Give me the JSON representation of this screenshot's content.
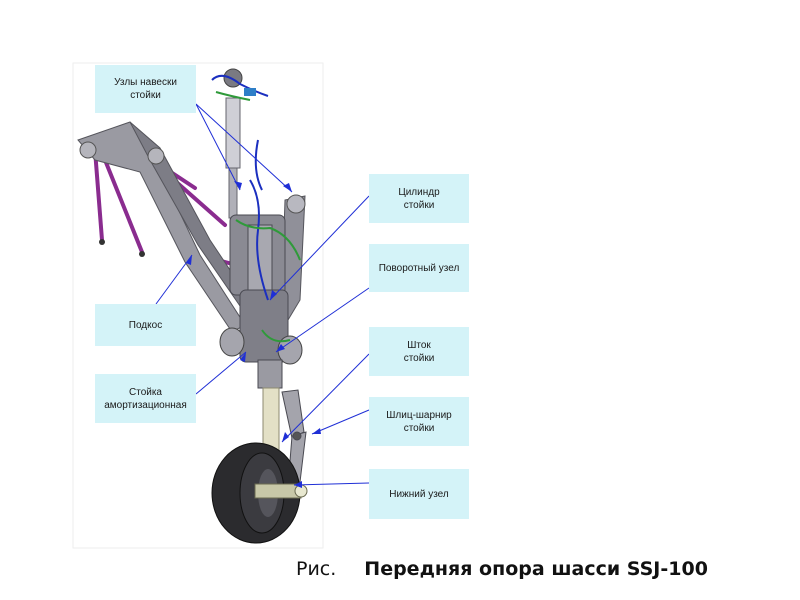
{
  "labels": {
    "hinge_nodes": "Узлы навески\nстойки",
    "strut_cylinder": "Цилиндр\nстойки",
    "pivot_node": "Поворотный узел",
    "brace": "Подкос",
    "rod": "Шток\nстойки",
    "shock_strut": "Стойка\nамортизационная",
    "torque_link": "Шлиц-шарнир\nстойки",
    "lower_node": "Нижний узел"
  },
  "caption": {
    "prefix": "Рис.",
    "title": "Передняя опора шасси  SSJ-100"
  },
  "colors": {
    "label_bg": "#d4f3f8",
    "leader_line": "#1f2fd6",
    "brace_purple": "#8a2c8f",
    "metal_gray": "#8e8e96",
    "hydraulic_blue": "#1b2fbf",
    "hydraulic_green": "#2f9a3a",
    "tire": "#2b2b2e",
    "chrome": "#e3e0c6"
  }
}
